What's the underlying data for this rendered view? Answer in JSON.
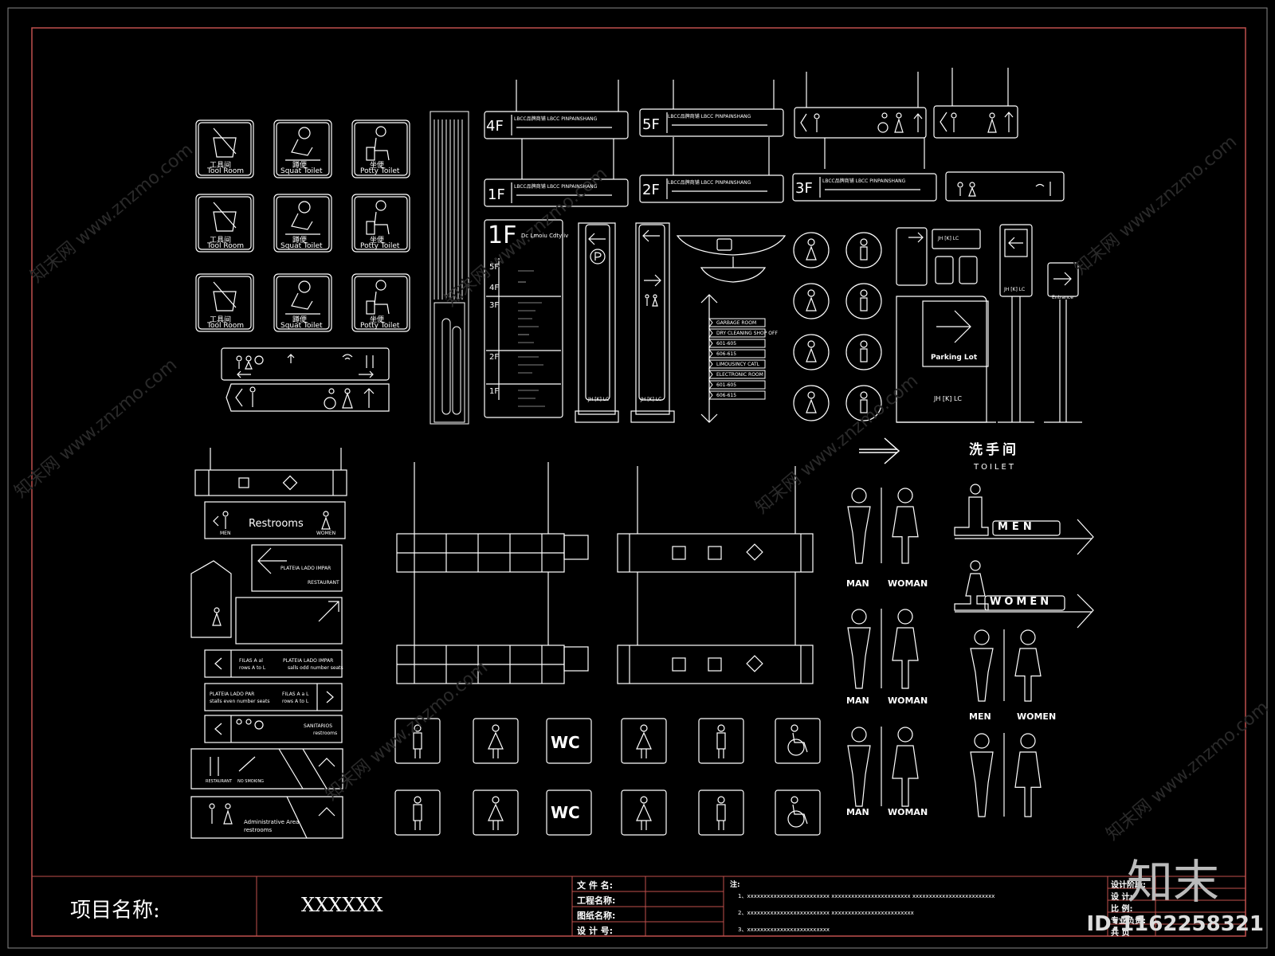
{
  "title_block": {
    "project_label": "项目名称:",
    "project_value": "XXXXXX",
    "fields": [
      "文 件 名:",
      "工程名称:",
      "图纸名称:",
      "设 计 号:"
    ],
    "notes_label": "注:",
    "notes": [
      "1、xxxxxxxxxxxxxxxxxxxxxxxxx    xxxxxxxxxxxxxxxxxxxxxxxx    xxxxxxxxxxxxxxxxxxxxxxxxx",
      "2、xxxxxxxxxxxxxxxxxxxxxxxxx    xxxxxxxxxxxxxxxxxxxxxxxxx",
      "3、xxxxxxxxxxxxxxxxxxxxxxxxx"
    ],
    "right_fields": [
      "设计阶段:",
      "设    计:",
      "比    例:",
      "专业负责:",
      "共   页"
    ]
  },
  "icon_grid": [
    {
      "cn": "工具间",
      "en": "Tool Room"
    },
    {
      "cn": "蹲便",
      "en": "Squat Toilet"
    },
    {
      "cn": "坐便",
      "en": "Potty Toilet"
    }
  ],
  "floor_signs": [
    "4F",
    "5F",
    "1F",
    "2F",
    "3F"
  ],
  "sign_brand": "LBCC品牌商铺 LBCC PINPAINSHANG",
  "directory": {
    "big_floor": "1F",
    "header": "Dc Lmoiu Cdtyliv",
    "floors": [
      "5F",
      "4F",
      "3F",
      "2F",
      "1F"
    ]
  },
  "totem_logo": "JH [K] LC",
  "parking": "Parking Lot",
  "entrance": "Entrance",
  "room_list": [
    "GARBAGE ROOM",
    "DRY CLEANING SHOP OFF",
    "601-605",
    "606-615",
    "LIMOUSINCY CATL",
    "ELECTRONIC ROOM",
    "601-605",
    "606-615"
  ],
  "signs": {
    "restrooms": "Restrooms",
    "men_small": "MEN",
    "women_small": "WOMEN",
    "platea_impar": "PLATEIA LADO IMPAR",
    "impar_sub": "salls odd number seats",
    "filas_al": "FILAS A al",
    "rows_al": "rows A to L",
    "platea_par": "PLATEIA LADO PAR",
    "par_sub": "stalls even number seats",
    "filas_aal": "FILAS A a L",
    "sanitarios": "SANITARIOS",
    "sanitarios_sub": "restrooms",
    "restaurant": "RESTAURANT",
    "no_smoking": "NO SMOKING",
    "admin": "Administrative Area",
    "admin_sub": "restrooms",
    "wc": "WC"
  },
  "toilet_header_cn": "洗手间",
  "toilet_header_en": "TOILET",
  "pairs": [
    {
      "left": "MAN",
      "right": "WOMAN"
    },
    {
      "left": "MAN",
      "right": "WOMAN"
    },
    {
      "left": "MEN",
      "right": "WOMEN"
    },
    {
      "left": "MAN",
      "right": "WOMAN"
    }
  ],
  "big_men": "MEN",
  "big_women": "WOMEN",
  "watermark": "知末网 www.znzmo.com",
  "brand": "知末",
  "id_text": "ID:1162258321",
  "colors": {
    "background": "#000000",
    "line": "#ffffff",
    "frame": "#c0504d"
  }
}
